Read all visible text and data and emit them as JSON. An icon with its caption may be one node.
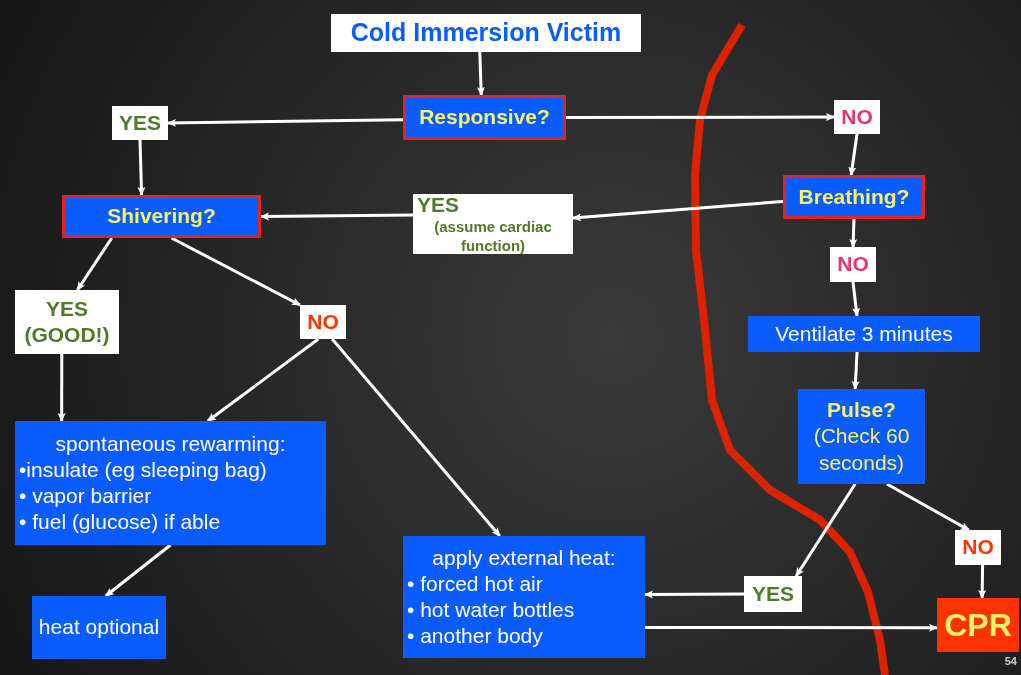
{
  "diagram": {
    "nodes": [
      {
        "text": [
          "Cold Immersion Victim"
        ]
      },
      {
        "text": [
          "Responsive?"
        ]
      },
      {
        "text": [
          "YES"
        ]
      },
      {
        "text": [
          "NO"
        ]
      },
      {
        "text": [
          "Shivering?"
        ]
      },
      {
        "text": [
          "YES",
          "(assume cardiac function)"
        ]
      },
      {
        "text": [
          "Breathing?"
        ]
      },
      {
        "text": [
          "YES (GOOD!)"
        ]
      },
      {
        "text": [
          "NO"
        ]
      },
      {
        "text": [
          "NO"
        ]
      },
      {
        "text": [
          "Ventilate 3 minutes"
        ]
      },
      {
        "text": [
          "spontaneous rewarming:",
          "•insulate (eg sleeping bag)",
          "• vapor barrier",
          "• fuel (glucose) if able"
        ]
      },
      {
        "text": [
          "Pulse?",
          "(Check 60 seconds)"
        ]
      },
      {
        "text": [
          "apply external heat:",
          "• forced hot air",
          "• hot water bottles",
          "• another body"
        ]
      },
      {
        "text": [
          "heat optional"
        ]
      },
      {
        "text": [
          "YES"
        ]
      },
      {
        "text": [
          "NO"
        ]
      },
      {
        "text": [
          "CPR"
        ]
      }
    ],
    "edges": [
      {
        "from": 0,
        "to": 1,
        "arrow": "to"
      },
      {
        "from": 1,
        "to": 2,
        "arrow": "to"
      },
      {
        "from": 1,
        "to": 3,
        "arrow": "to"
      },
      {
        "from": 2,
        "to": 4,
        "arrow": "to"
      },
      {
        "from": 3,
        "to": 6,
        "arrow": "to"
      },
      {
        "from": 6,
        "to": 5,
        "arrow": "to"
      },
      {
        "from": 5,
        "to": 4,
        "arrow": "to"
      },
      {
        "from": 4,
        "to": 7,
        "arrow": "to"
      },
      {
        "from": 4,
        "to": 8,
        "arrow": "to"
      },
      {
        "from": 6,
        "to": 9,
        "arrow": "to"
      },
      {
        "from": 9,
        "to": 10,
        "arrow": "to"
      },
      {
        "from": 10,
        "to": 12,
        "arrow": "to"
      },
      {
        "from": 7,
        "to": 11,
        "arrow": "to"
      },
      {
        "from": 8,
        "to": 11,
        "arrow": "to"
      },
      {
        "from": 8,
        "to": 13,
        "arrow": "to"
      },
      {
        "from": 11,
        "to": 14,
        "arrow": "to"
      },
      {
        "from": 12,
        "to": 15,
        "arrow": "to"
      },
      {
        "from": 12,
        "to": 16,
        "arrow": "to"
      },
      {
        "from": 15,
        "to": 13,
        "arrow": "to"
      },
      {
        "from": 16,
        "to": 17,
        "arrow": "to"
      },
      {
        "from": 13,
        "to": 17,
        "arrow": "to"
      }
    ],
    "labels": [
      "54"
    ]
  }
}
